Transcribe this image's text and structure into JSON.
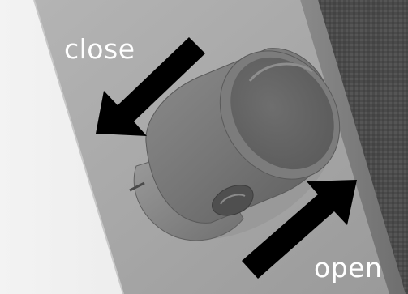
{
  "figure": {
    "subject": "knob-illustration",
    "labels": {
      "close": "close",
      "open": "open"
    },
    "colors": {
      "background": "#ffffff",
      "panel": "#a8a8a8",
      "panel_dark": "#8e8e8e",
      "fabric": "#4e4e4e",
      "knob": "#747474",
      "arrow": "#000000",
      "label_text": "#ffffff"
    }
  }
}
